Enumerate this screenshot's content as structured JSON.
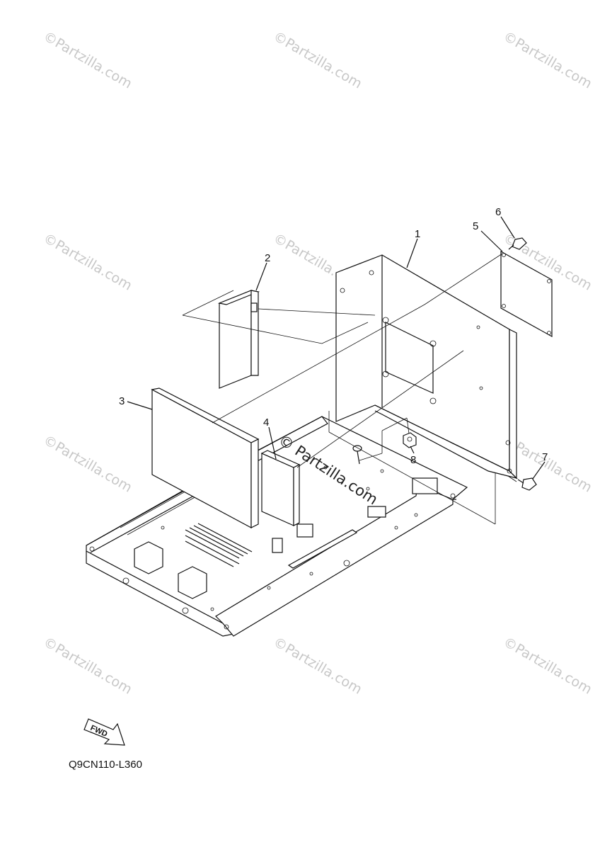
{
  "diagram": {
    "drawing_code": "Q9CN110-L360",
    "direction_label": "FWD",
    "watermark": "©Partzilla.com",
    "center_watermark": "© Partzilla.com",
    "callouts": [
      {
        "id": "1",
        "label": "1"
      },
      {
        "id": "2",
        "label": "2"
      },
      {
        "id": "3",
        "label": "3"
      },
      {
        "id": "4",
        "label": "4"
      },
      {
        "id": "5",
        "label": "5"
      },
      {
        "id": "6",
        "label": "6"
      },
      {
        "id": "7",
        "label": "7"
      },
      {
        "id": "8",
        "label": "8"
      }
    ]
  }
}
